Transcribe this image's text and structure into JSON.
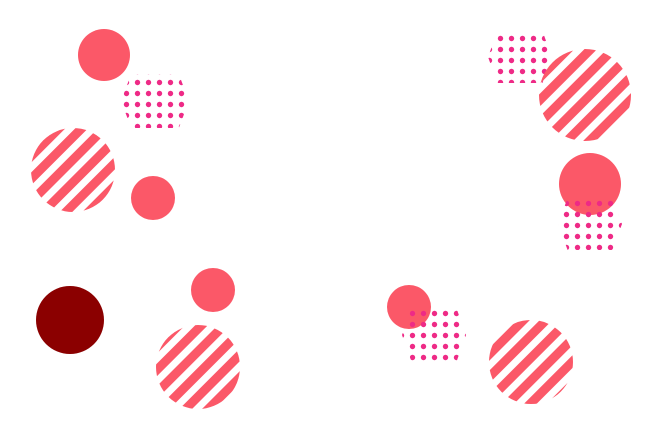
{
  "palette": {
    "background": "#ffffff",
    "solid": "#fb5868",
    "stripe": "#fb5868",
    "dot": "#ee2a86",
    "dark": "#8b0000"
  },
  "shapes": [
    {
      "kind": "solid-circle",
      "color": "solid"
    },
    {
      "kind": "dotted-hexagon",
      "color": "dot"
    },
    {
      "kind": "striped-circle",
      "color": "stripe"
    },
    {
      "kind": "solid-circle",
      "color": "solid"
    },
    {
      "kind": "dark-circle",
      "color": "dark"
    },
    {
      "kind": "solid-circle",
      "color": "solid"
    },
    {
      "kind": "striped-circle",
      "color": "stripe"
    },
    {
      "kind": "dotted-hexagon",
      "color": "dot"
    },
    {
      "kind": "striped-circle",
      "color": "stripe"
    },
    {
      "kind": "solid-circle",
      "color": "solid"
    },
    {
      "kind": "dotted-hexagon",
      "color": "dot"
    },
    {
      "kind": "solid-circle",
      "color": "solid"
    },
    {
      "kind": "dotted-hexagon",
      "color": "dot"
    },
    {
      "kind": "striped-circle",
      "color": "stripe"
    }
  ]
}
